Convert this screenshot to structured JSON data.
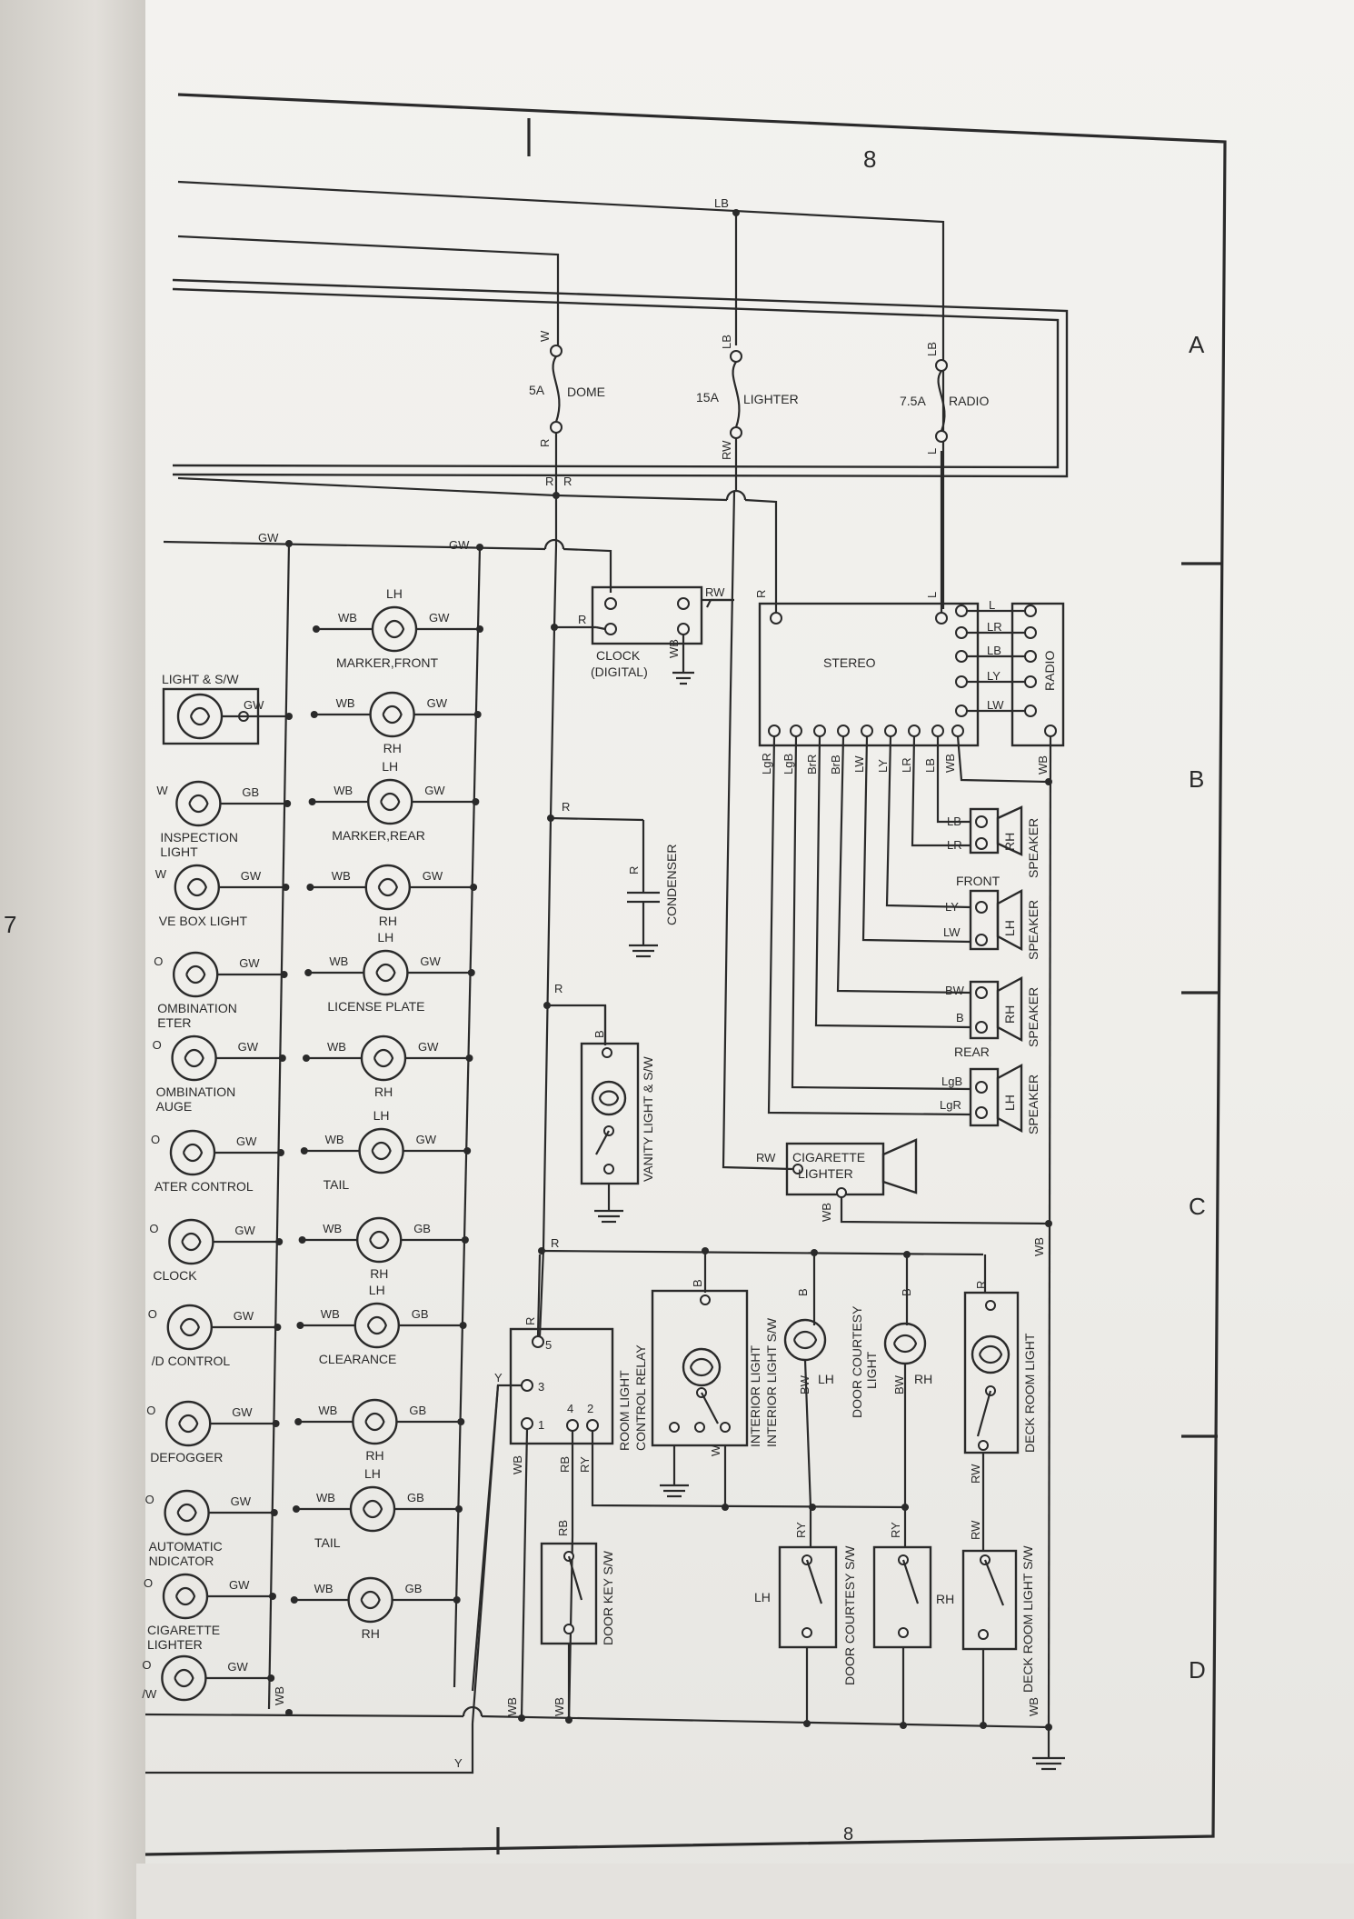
{
  "margin_number": "7",
  "grid": {
    "col_top": "8",
    "col_bottom": "8",
    "rows": [
      "A",
      "B",
      "C",
      "D"
    ]
  },
  "fuses": [
    {
      "amp": "5A",
      "name": "DOME",
      "top": "W",
      "bottom": "R"
    },
    {
      "amp": "15A",
      "name": "LIGHTER",
      "top": "LB",
      "bottom": "RW"
    },
    {
      "amp": "7.5A",
      "name": "RADIO",
      "top": "LB",
      "bottom": "L"
    }
  ],
  "bus": {
    "lb": "LB",
    "r": "R",
    "gw": "GW",
    "wb": "WB",
    "y": "Y",
    "rw": "RW",
    "l": "L"
  },
  "clock": {
    "line1": "CLOCK",
    "line2": "(DIGITAL)",
    "wire_in": "R",
    "wire_out": "RW",
    "ground": "WB"
  },
  "stereo": {
    "label": "STEREO",
    "radio": "RADIO",
    "wire_in": "R",
    "wire_l": "L",
    "radio_wires": [
      "L",
      "LR",
      "LB",
      "LY",
      "LW"
    ],
    "bottom_wires": [
      "LgR",
      "LgB",
      "BrR",
      "BrB",
      "LW",
      "LY",
      "LR",
      "LB",
      "WB"
    ]
  },
  "speakers": [
    {
      "side": "RH",
      "group": "FRONT",
      "w1": "LB",
      "w2": "LR"
    },
    {
      "side": "LH",
      "group": "",
      "w1": "LY",
      "w2": "LW"
    },
    {
      "side": "RH",
      "group": "REAR",
      "w1": "BW",
      "w2": "B"
    },
    {
      "side": "LH",
      "group": "",
      "w1": "LgB",
      "w2": "LgR"
    }
  ],
  "speaker_label": "SPEAKER",
  "condenser": {
    "label": "CONDENSER",
    "wire": "R"
  },
  "vanity": {
    "label": "VANITY LIGHT & S/W",
    "wire": "B"
  },
  "cig_lighter": {
    "line1": "CIGARETTE",
    "line2": "LIGHTER",
    "wire_in": "RW",
    "wire_gnd": "WB"
  },
  "relay": {
    "line1": "ROOM LIGHT",
    "line2": "CONTROL RELAY",
    "pins": [
      "5",
      "3",
      "1",
      "4",
      "2"
    ],
    "wires": {
      "r": "R",
      "y": "Y",
      "wb": "WB",
      "rb": "RB",
      "ry": "RY"
    }
  },
  "interior": {
    "line1": "INTERIOR LIGHT",
    "line2": "INTERIOR LIGHT S/W",
    "wire_b": "B",
    "wire_w": "W"
  },
  "door_courtesy": {
    "line1": "DOOR COURTESY",
    "line2": "LIGHT",
    "lh": "LH",
    "rh": "RH",
    "bw": "BW"
  },
  "deck_room": {
    "label": "DECK ROOM LIGHT",
    "wire_r": "R",
    "wire_rw": "RW"
  },
  "door_key": {
    "label": "DOOR KEY S/W",
    "wire": "RB"
  },
  "door_courtesy_sw": {
    "label": "DOOR COURTESY S/W",
    "lh": "LH",
    "rh": "RH",
    "wire": "RY"
  },
  "deck_sw": {
    "label": "DECK ROOM LIGHT S/W",
    "wire": "RW"
  },
  "left_lamps": [
    {
      "label": "LIGHT & S/W",
      "lw": "",
      "rw": "GW"
    },
    {
      "label": "INSPECTION",
      "label2": "LIGHT",
      "lw": "W",
      "rw": "GB"
    },
    {
      "label": "VE BOX LIGHT",
      "lw": "W",
      "rw": "GW"
    },
    {
      "label": "OMBINATION",
      "label2": "ETER",
      "lw": "O",
      "rw": "GW"
    },
    {
      "label": "OMBINATION",
      "label2": "AUGE",
      "lw": "O",
      "rw": "GW"
    },
    {
      "label": "ATER CONTROL",
      "lw": "O",
      "rw": "GW"
    },
    {
      "label": "CLOCK",
      "lw": "O",
      "rw": "GW"
    },
    {
      "label": "/D CONTROL",
      "lw": "O",
      "rw": "GW"
    },
    {
      "label": "DEFOGGER",
      "lw": "O",
      "rw": "GW"
    },
    {
      "label": "AUTOMATIC",
      "label2": "NDICATOR",
      "lw": "O",
      "rw": "GW"
    },
    {
      "label": "CIGARETTE",
      "label2": "LIGHTER",
      "lw": "O",
      "rw": "GW"
    },
    {
      "label": "",
      "lw": "O",
      "lw2": "/W",
      "rw": "GW"
    }
  ],
  "right_lamps": [
    {
      "top": "LH",
      "bottom": "MARKER,FRONT",
      "lw": "WB",
      "rw": "GW"
    },
    {
      "top": "",
      "bottom": "RH",
      "lw": "WB",
      "rw": "GW"
    },
    {
      "top": "LH",
      "bottom": "MARKER,REAR",
      "lw": "WB",
      "rw": "GW"
    },
    {
      "top": "",
      "bottom": "RH",
      "lw": "WB",
      "rw": "GW"
    },
    {
      "top": "LH",
      "bottom": "LICENSE PLATE",
      "lw": "WB",
      "rw": "GW"
    },
    {
      "top": "",
      "bottom": "RH",
      "lw": "WB",
      "rw": "GW"
    },
    {
      "top": "LH",
      "bottom": "TAIL",
      "lw": "WB",
      "rw": "GW"
    },
    {
      "top": "",
      "bottom": "RH",
      "lw": "WB",
      "rw": "GB"
    },
    {
      "top": "LH",
      "bottom": "CLEARANCE",
      "lw": "WB",
      "rw": "GB"
    },
    {
      "top": "",
      "bottom": "RH",
      "lw": "WB",
      "rw": "GB"
    },
    {
      "top": "LH",
      "bottom": "TAIL",
      "lw": "WB",
      "rw": "GB"
    },
    {
      "top": "",
      "bottom": "RH",
      "lw": "WB",
      "rw": "GB"
    }
  ]
}
